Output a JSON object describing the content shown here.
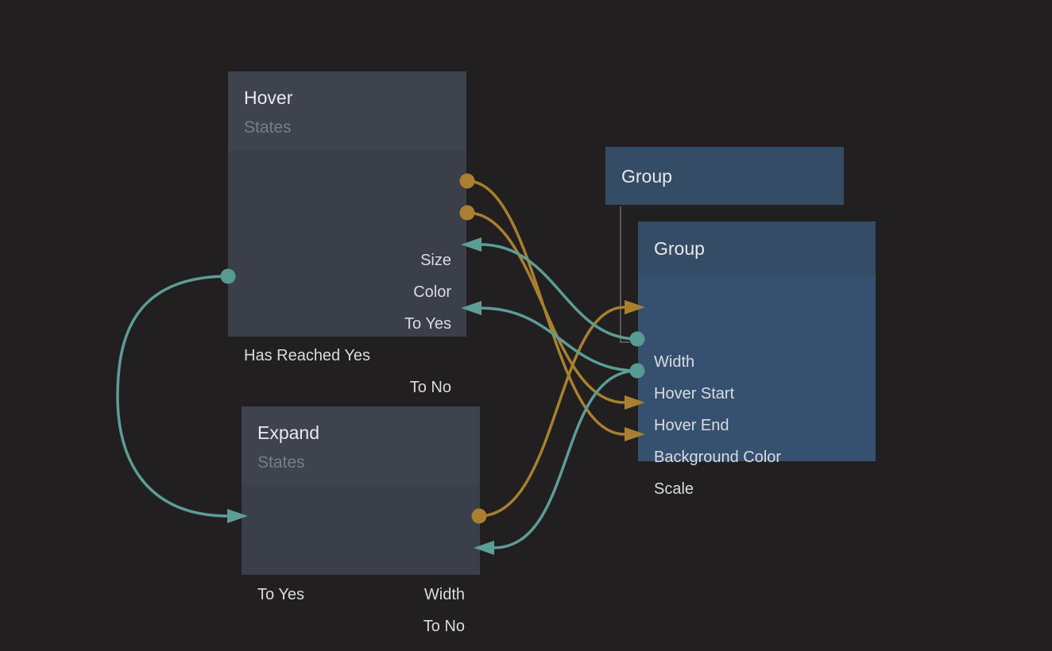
{
  "app": {
    "kind": "node-graph-editor-canvas"
  },
  "colors": {
    "background": "#211f1f",
    "state_node_header": "#3e434e",
    "state_node_body": "#3a3f4a",
    "group_node_header": "#344c66",
    "group_node_body": "#36516f",
    "wire_gold": "#a8802f",
    "wire_teal": "#5c9d95",
    "hierarchy_line": "#56585d",
    "title_text": "#e8eaec",
    "subtitle_text": "#767d8a",
    "port_label_text": "#d8dbe0"
  },
  "nodes": {
    "hover": {
      "title": "Hover",
      "subtitle": "States",
      "ports": {
        "size": {
          "label": "Size",
          "direction": "output",
          "wire": "gold"
        },
        "color": {
          "label": "Color",
          "direction": "output",
          "wire": "gold"
        },
        "to_yes": {
          "label": "To Yes",
          "direction": "input",
          "wire": "teal"
        },
        "has_reached_yes": {
          "label": "Has Reached Yes",
          "direction": "output",
          "wire": "teal"
        },
        "to_no": {
          "label": "To No",
          "direction": "input",
          "wire": "teal"
        }
      }
    },
    "group_parent": {
      "title": "Group"
    },
    "group": {
      "title": "Group",
      "ports": {
        "width": {
          "label": "Width",
          "direction": "input",
          "wire": "gold"
        },
        "hover_start": {
          "label": "Hover Start",
          "direction": "output",
          "wire": "teal"
        },
        "hover_end": {
          "label": "Hover End",
          "direction": "output",
          "wire": "teal"
        },
        "background_color": {
          "label": "Background Color",
          "direction": "input",
          "wire": "gold"
        },
        "scale": {
          "label": "Scale",
          "direction": "input",
          "wire": "gold"
        }
      }
    },
    "expand": {
      "title": "Expand",
      "subtitle": "States",
      "ports": {
        "to_yes": {
          "label": "To Yes",
          "direction": "input",
          "wire": "teal"
        },
        "width": {
          "label": "Width",
          "direction": "output",
          "wire": "gold"
        },
        "to_no": {
          "label": "To No",
          "direction": "input",
          "wire": "teal"
        }
      }
    }
  },
  "connections": [
    {
      "from": "hover.size",
      "to": "group.scale",
      "wire": "gold"
    },
    {
      "from": "hover.color",
      "to": "group.background_color",
      "wire": "gold"
    },
    {
      "from": "expand.width",
      "to": "group.width",
      "wire": "gold"
    },
    {
      "from": "group.hover_start",
      "to": "hover.to_yes",
      "wire": "teal"
    },
    {
      "from": "group.hover_end",
      "to": "hover.to_no",
      "wire": "teal"
    },
    {
      "from": "group.hover_end",
      "to": "expand.to_no",
      "wire": "teal"
    },
    {
      "from": "hover.has_reached_yes",
      "to": "expand.to_yes",
      "wire": "teal"
    }
  ],
  "hierarchy": {
    "parent": "group_parent",
    "child": "group"
  }
}
